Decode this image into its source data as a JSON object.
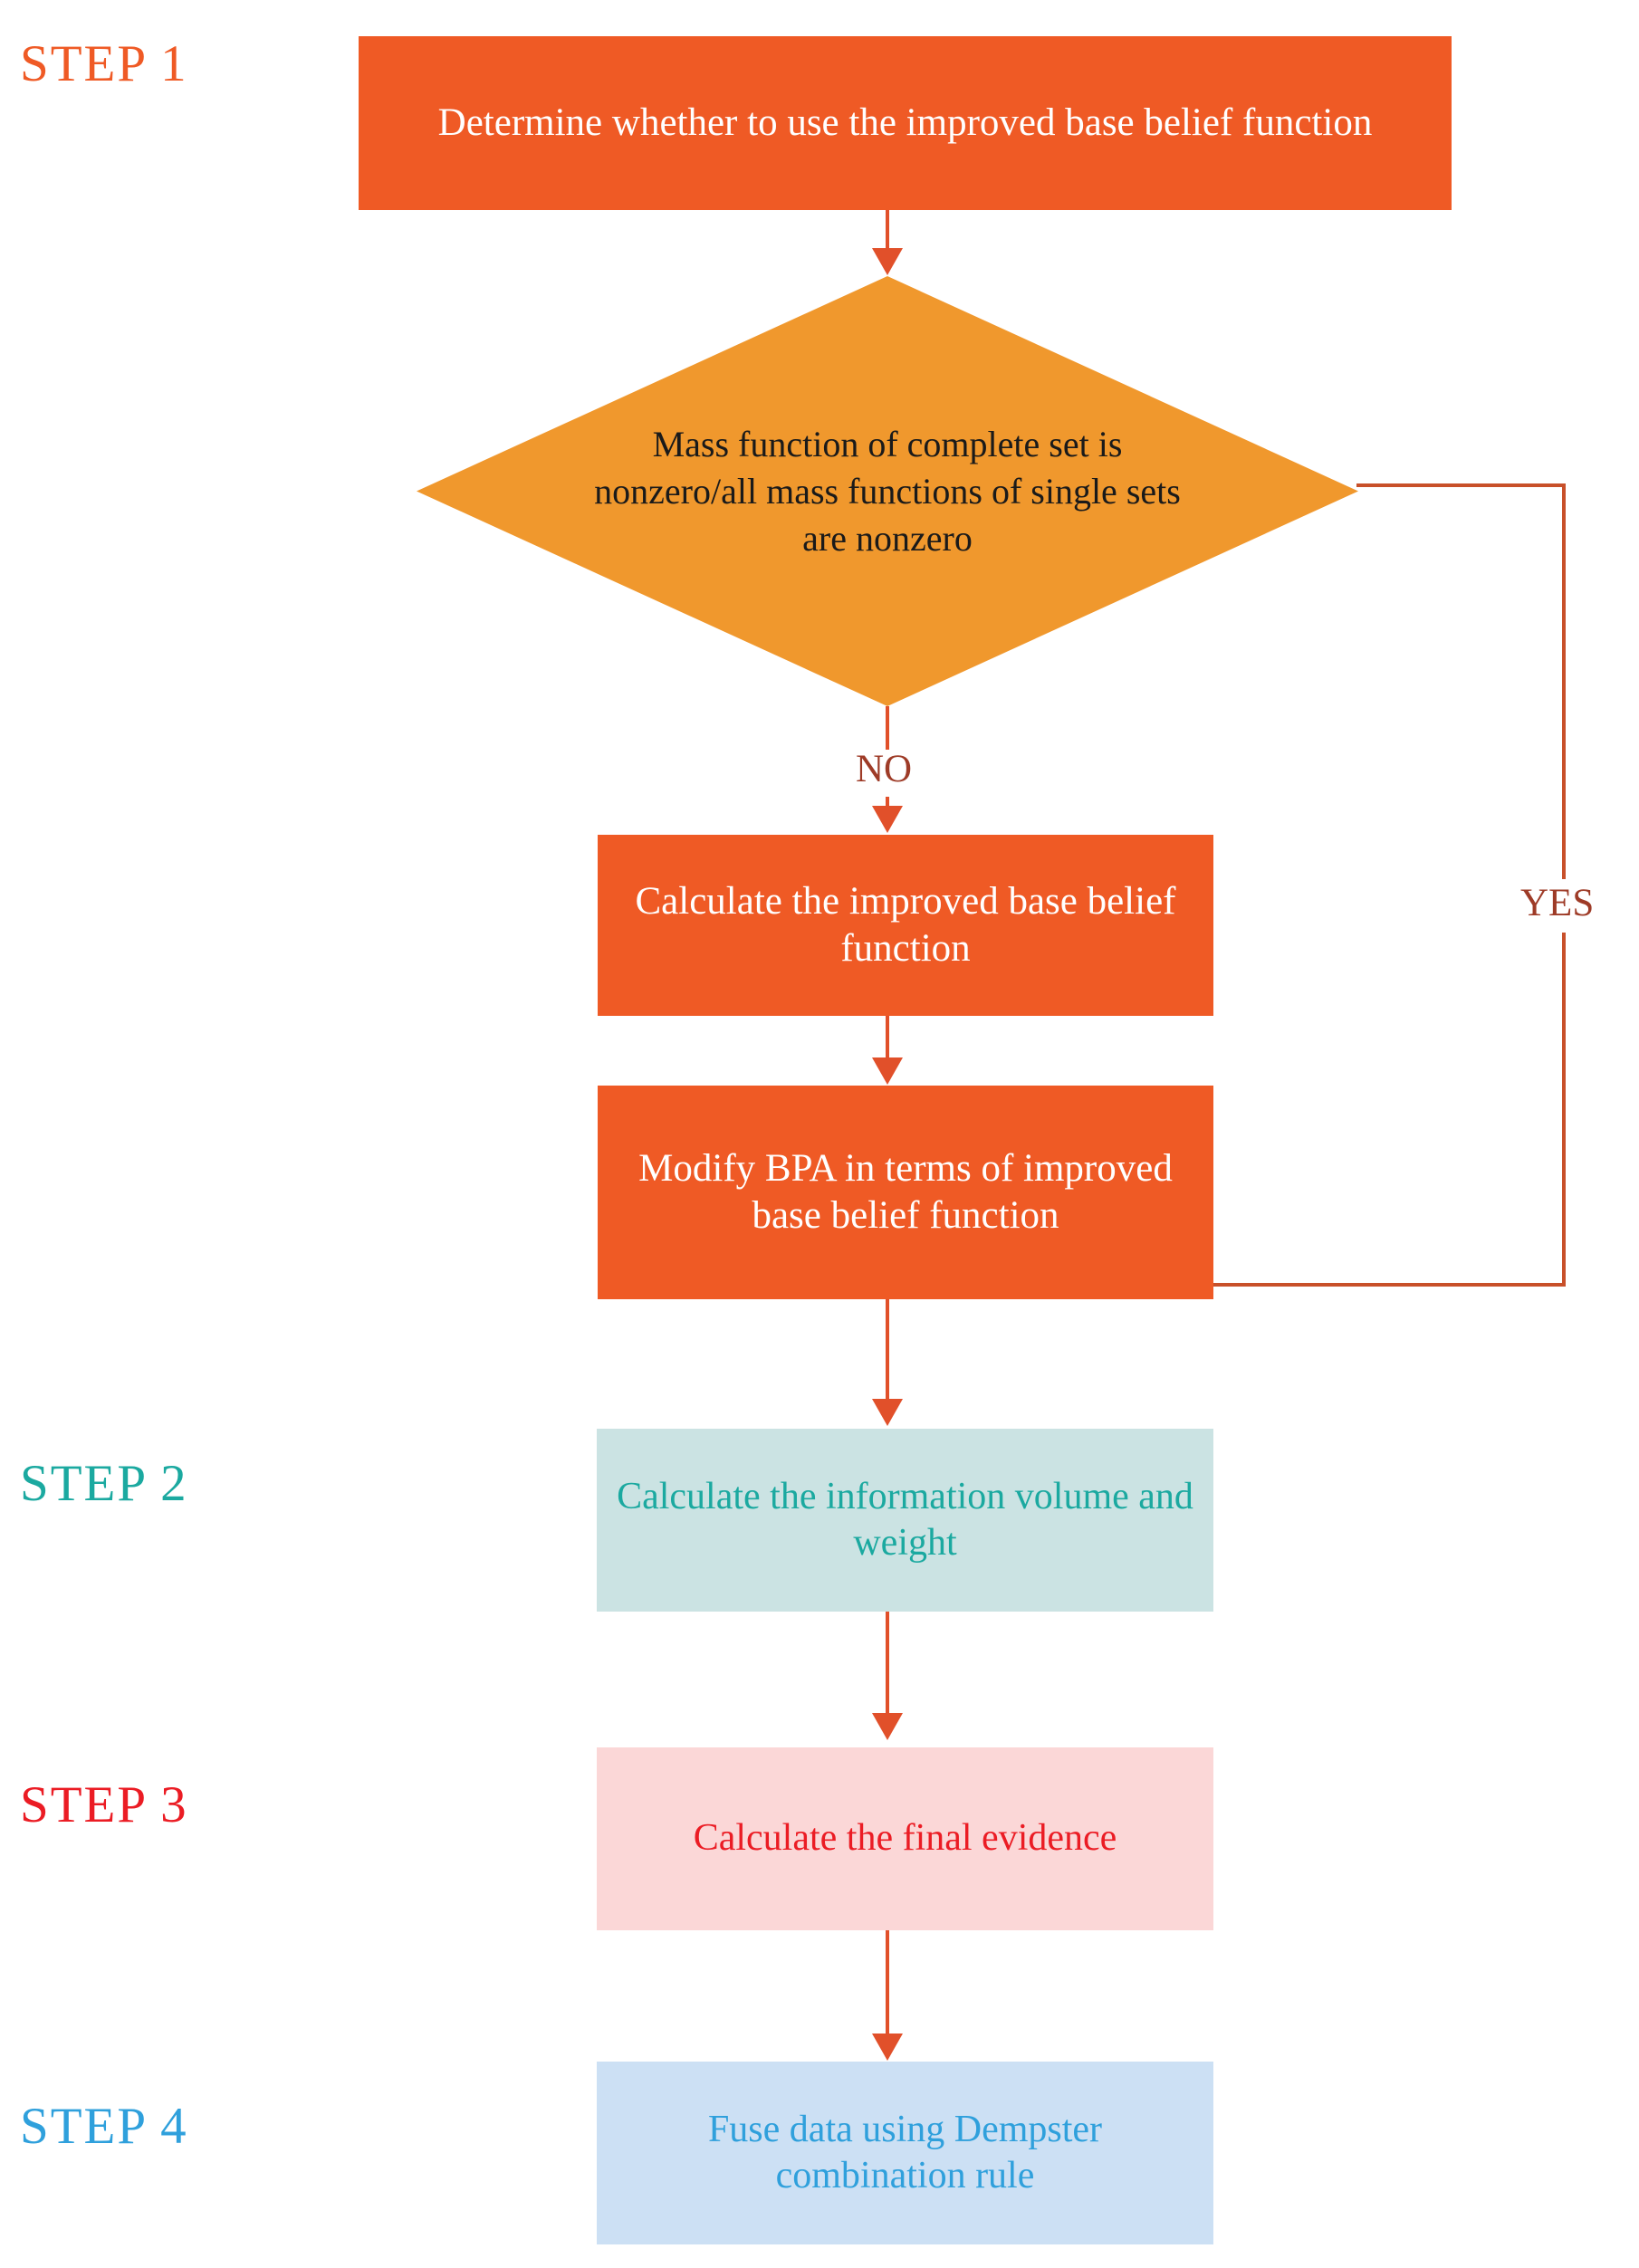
{
  "figure": {
    "kind": "flowchart",
    "background": "#ffffff"
  },
  "palette": {
    "orange_box": "#EF5A25",
    "diamond_orange": "#F0982D",
    "connector": "#E1502A",
    "connector_dark": "#C8502A",
    "step1_label": "#EF5A25",
    "step2_label": "#1BA9A0",
    "step3_label": "#EB1C24",
    "step4_label": "#2FA0DC",
    "step2_box_fill": "#CBE3E3",
    "step2_text": "#1BA9A0",
    "step3_box_fill": "#FBD7D7",
    "step3_text": "#EB1C24",
    "step4_box_fill": "#CCE0F4",
    "step4_text": "#2FA0DC",
    "white_text": "#ffffff",
    "diamond_text": "#1a1a1a"
  },
  "steps": [
    {
      "id": "step1",
      "label": "STEP 1"
    },
    {
      "id": "step2",
      "label": "STEP 2"
    },
    {
      "id": "step3",
      "label": "STEP 3"
    },
    {
      "id": "step4",
      "label": "STEP 4"
    }
  ],
  "nodes": {
    "determine": {
      "text": "Determine whether to use the improved base belief function",
      "shape": "rect",
      "fill": "#EF5A25",
      "text_color": "#ffffff"
    },
    "decision": {
      "text": "Mass function of complete set is nonzero/all mass functions of single sets are nonzero",
      "shape": "diamond",
      "fill": "#F0982D",
      "text_color": "#1a1a1a"
    },
    "calculate_bbf": {
      "text": "Calculate the improved base belief function",
      "shape": "rect",
      "fill": "#EF5A25",
      "text_color": "#ffffff"
    },
    "modify_bpa": {
      "text": "Modify BPA in terms of improved base belief function",
      "shape": "rect",
      "fill": "#EF5A25",
      "text_color": "#ffffff"
    },
    "info_volume": {
      "text": "Calculate the information volume and weight",
      "shape": "rect",
      "fill": "#CBE3E3",
      "text_color": "#1BA9A0"
    },
    "final_evidence": {
      "text": "Calculate the final evidence",
      "shape": "rect",
      "fill": "#FBD7D7",
      "text_color": "#EB1C24"
    },
    "fuse_data": {
      "text": "Fuse data using Dempster combination rule",
      "shape": "rect",
      "fill": "#CCE0F4",
      "text_color": "#2FA0DC"
    }
  },
  "edges": {
    "no_label": "NO",
    "yes_label": "YES"
  }
}
